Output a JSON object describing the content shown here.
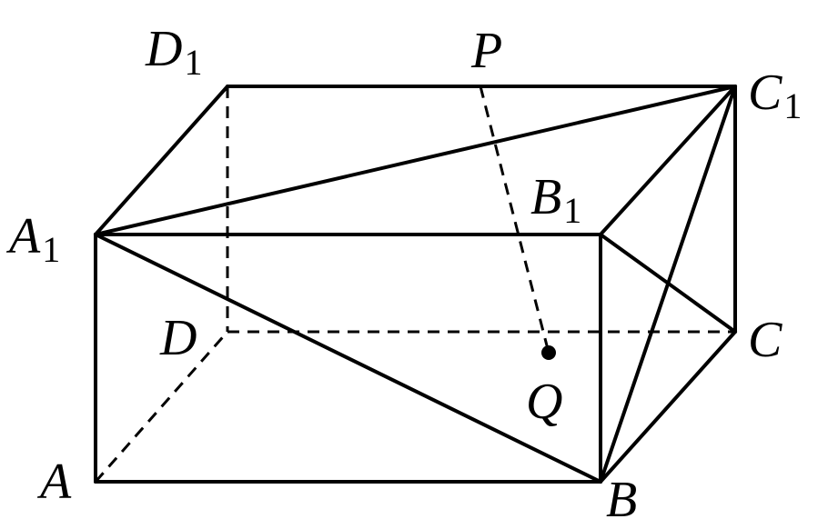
{
  "labels": {
    "A": "A",
    "B": "B",
    "C": "C",
    "D": "D",
    "A1": "A",
    "B1": "B",
    "C1": "C",
    "D1": "D",
    "P": "P",
    "Q": "Q",
    "subscript": "1"
  }
}
